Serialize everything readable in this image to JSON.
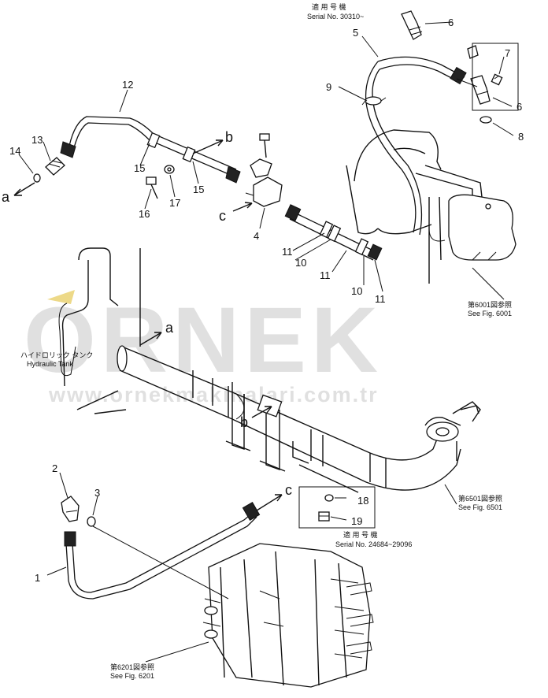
{
  "serial_top": {
    "jp": "適 用 号 機",
    "text": "Serial No. 30310~"
  },
  "serial_bottom": {
    "jp": "適 用 号 機",
    "text": "Serial No. 24684~29096"
  },
  "refs": {
    "fig6001": {
      "jp": "第6001図参照",
      "text": "See Fig. 6001"
    },
    "fig6501": {
      "jp": "第6501図参照",
      "text": "See Fig. 6501"
    },
    "fig6201": {
      "jp": "第6201図参照",
      "text": "See Fig. 6201"
    },
    "tank": {
      "jp": "ハイドロリック タンク",
      "text": "Hydraulic Tank"
    }
  },
  "letters": {
    "a": "a",
    "b": "b",
    "c": "c"
  },
  "part_numbers": {
    "p1": "1",
    "p2": "2",
    "p3": "3",
    "p4": "4",
    "p5": "5",
    "p6": "6",
    "p7": "7",
    "p8": "8",
    "p9": "9",
    "p10": "10",
    "p11": "11",
    "p12": "12",
    "p13": "13",
    "p14": "14",
    "p15": "15",
    "p16": "16",
    "p17": "17",
    "p18": "18",
    "p19": "19"
  },
  "watermark": {
    "brand": "ORNEK",
    "url": "www.ornekmakinalari.com.tr",
    "color": "#c8c8c8"
  }
}
